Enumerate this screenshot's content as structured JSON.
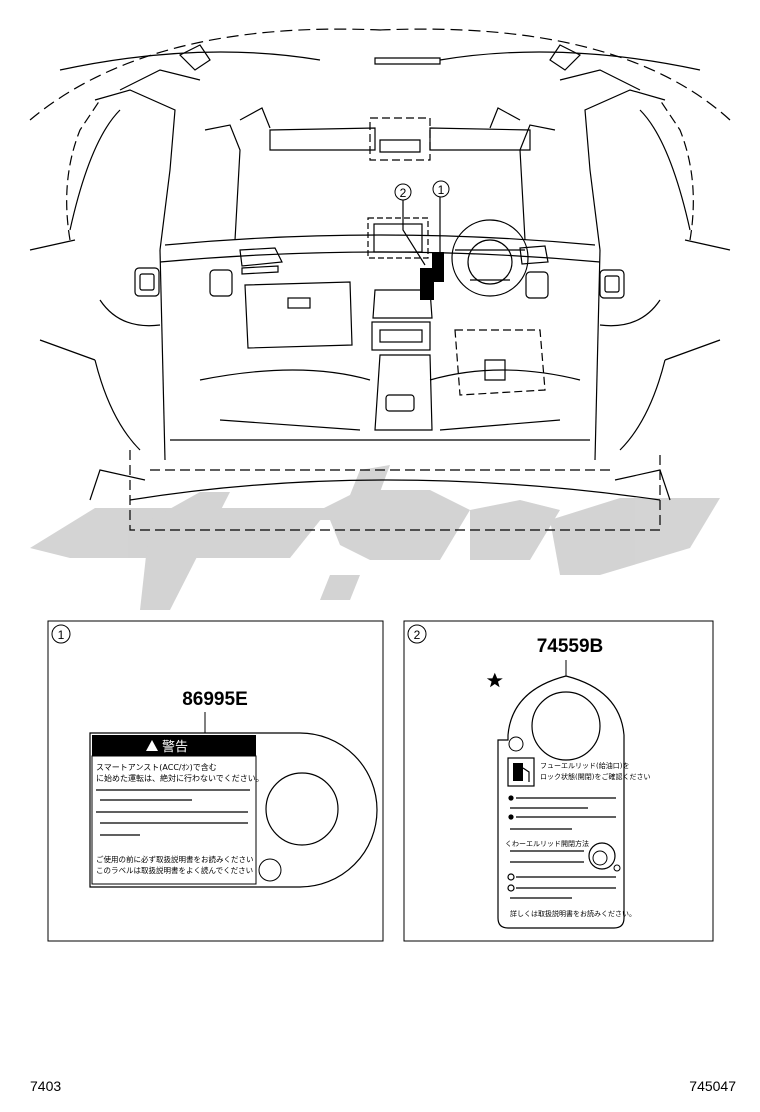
{
  "callouts": {
    "c1": "1",
    "c2": "2"
  },
  "panel1": {
    "index": "1",
    "part_number": "86995E",
    "warning_title": "警告",
    "warning_line1": "スマートアンスト(ACC/ｵﾝ)で含む",
    "warning_line2": "に始めた運転は、絶対に行わないでください。",
    "note_line1": "ご使用の前に必ず取扱説明書をお読みください",
    "note_line2": "このラベルは取扱説明書をよく読んでください"
  },
  "panel2": {
    "index": "2",
    "part_number": "74559B",
    "line1": "フューエルリッド(給油口)を",
    "line2": "ロック状態(開閉)をご確認ください",
    "line3": "くわーエルリッド開閉方法",
    "footer": "詳しくは取扱説明書をお読みください。"
  },
  "footer": {
    "left": "7403",
    "right": "745047"
  },
  "watermark": {
    "color": "#c8c8c8"
  }
}
